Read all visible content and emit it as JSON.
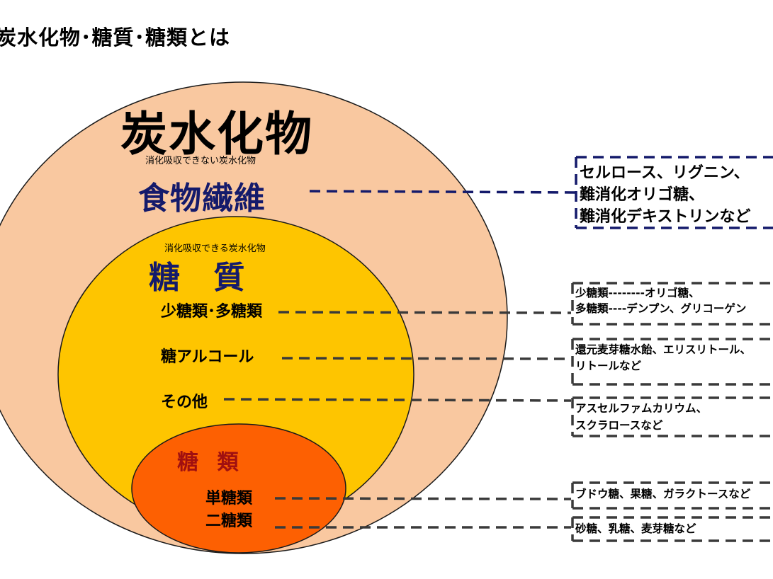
{
  "title": "炭水化物･糖質･糖類とは",
  "colors": {
    "outer_circle": "#f9c8a0",
    "middle_circle": "#fec500",
    "inner_circle": "#fd6002",
    "fiber_text": "#141a6b",
    "saccharide_text": "#a01010",
    "navy_dash": "#141a6b",
    "gray_dash": "#3a3a3a"
  },
  "carbohydrate": {
    "label": "炭水化物"
  },
  "fiber": {
    "sublabel": "消化吸収できない炭水化物",
    "label": "食物繊維",
    "examples": [
      "セルロース、リグニン、",
      "難消化オリゴ糖、",
      "難消化デキストリンなど"
    ]
  },
  "sugar": {
    "sublabel": "消化吸収できる炭水化物",
    "label": "糖 質",
    "items": [
      {
        "label": "少糖類･多糖類",
        "examples": [
          "少糖類--------オリゴ糖、",
          "多糖類----デンプン、グリコーゲン"
        ]
      },
      {
        "label": "糖アルコール",
        "examples": [
          "還元麦芽糖水飴、エリスリトール、",
          "リトールなど"
        ]
      },
      {
        "label": "その他",
        "examples": [
          "アスセルファムカリウム、",
          "スクラロースなど"
        ]
      }
    ]
  },
  "saccharide": {
    "label": "糖 類",
    "items": [
      {
        "label": "単糖類",
        "examples": [
          "ブドウ糖、果糖、ガラクトースなど"
        ]
      },
      {
        "label": "二糖類",
        "examples": [
          "砂糖、乳糖、麦芽糖など"
        ]
      }
    ]
  }
}
